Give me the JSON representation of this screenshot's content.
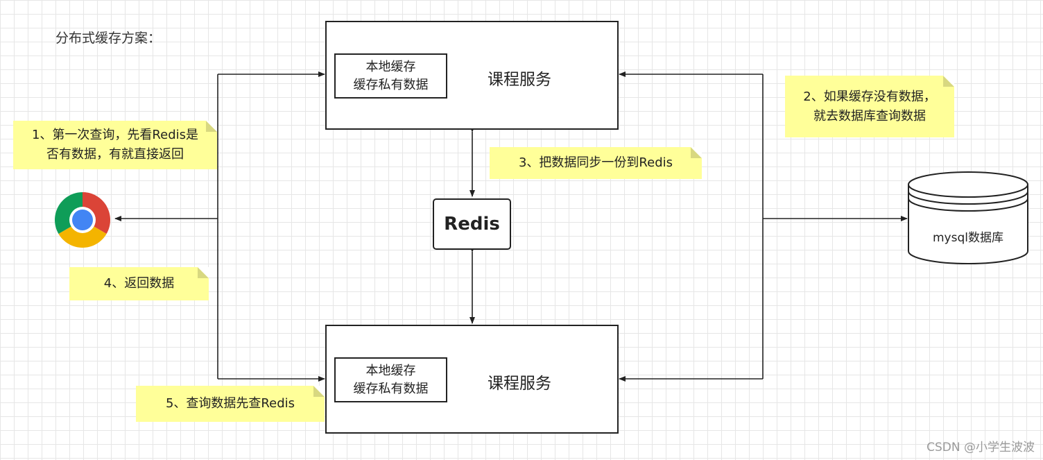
{
  "title": "分布式缓存方案：",
  "services": [
    {
      "label": "课程服务",
      "cache_line1": "本地缓存",
      "cache_line2": "缓存私有数据"
    },
    {
      "label": "课程服务",
      "cache_line1": "本地缓存",
      "cache_line2": "缓存私有数据"
    }
  ],
  "redis": {
    "label": "Redis"
  },
  "database": {
    "label": "mysql数据库"
  },
  "notes": {
    "n1": {
      "line1": "1、第一次查询，先看Redis是",
      "line2": "否有数据，有就直接返回"
    },
    "n2": {
      "line1": "2、如果缓存没有数据，",
      "line2": "就去数据库查询数据"
    },
    "n3": {
      "line1": "3、把数据同步一份到Redis"
    },
    "n4": {
      "line1": "4、返回数据"
    },
    "n5": {
      "line1": "5、查询数据先查Redis"
    }
  },
  "browser": {
    "icon": "chrome-icon"
  },
  "colors": {
    "note_bg": "#ffff99",
    "chrome_red": "#db4437",
    "chrome_green": "#0f9d58",
    "chrome_yellow": "#f4b400",
    "chrome_blue": "#4285f4"
  },
  "watermark": "CSDN @小学生波波"
}
